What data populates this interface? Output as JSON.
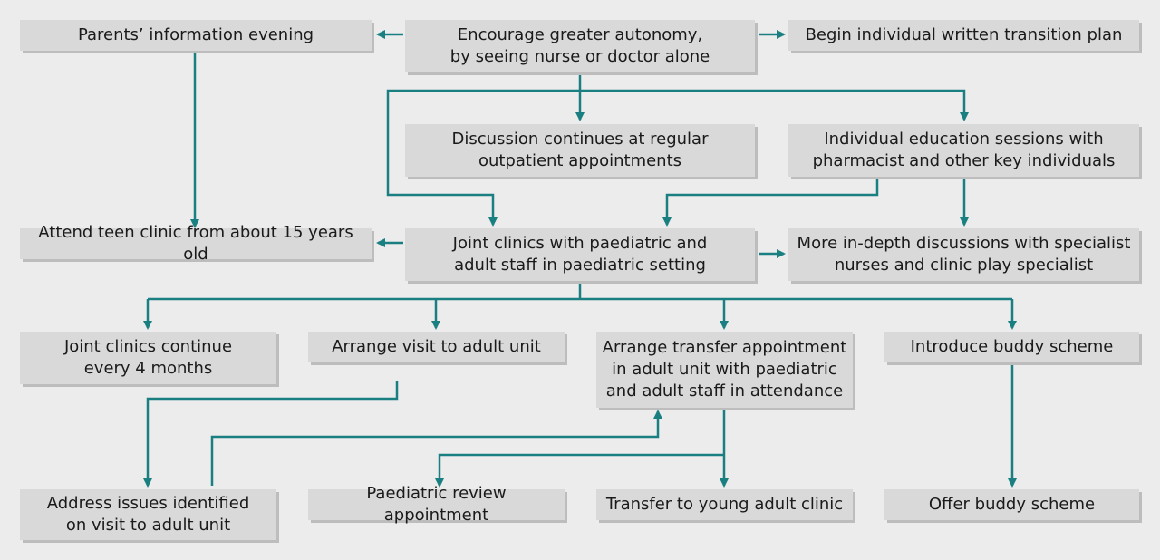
{
  "nodes": {
    "parents_evening": "Parents’ information evening",
    "encourage_autonomy": "Encourage greater autonomy,\nby seeing nurse or doctor alone",
    "begin_plan": "Begin individual written transition plan",
    "discussion_continues": "Discussion continues at regular\noutpatient appointments",
    "education_sessions": "Individual education sessions with\npharmacist and other key individuals",
    "teen_clinic": "Attend teen clinic from about 15 years old",
    "joint_clinics": "Joint clinics with paediatric and\nadult staff in paediatric setting",
    "indepth_discussions": "More in-depth discussions with specialist\nnurses and clinic play specialist",
    "joint_continue": "Joint clinics continue\nevery 4 months",
    "arrange_visit": "Arrange visit to adult unit",
    "arrange_transfer": "Arrange transfer appointment\nin adult unit with paediatric\nand adult staff in attendance",
    "introduce_buddy": "Introduce buddy scheme",
    "address_issues": "Address issues identified\non visit to adult unit",
    "paediatric_review": "Paediatric review appointment",
    "transfer_young_adult": "Transfer to young adult clinic",
    "offer_buddy": "Offer buddy scheme"
  },
  "colors": {
    "arrow": "#1a7f80",
    "box": "#d9d9d9",
    "shadow": "#bdbdbd"
  }
}
